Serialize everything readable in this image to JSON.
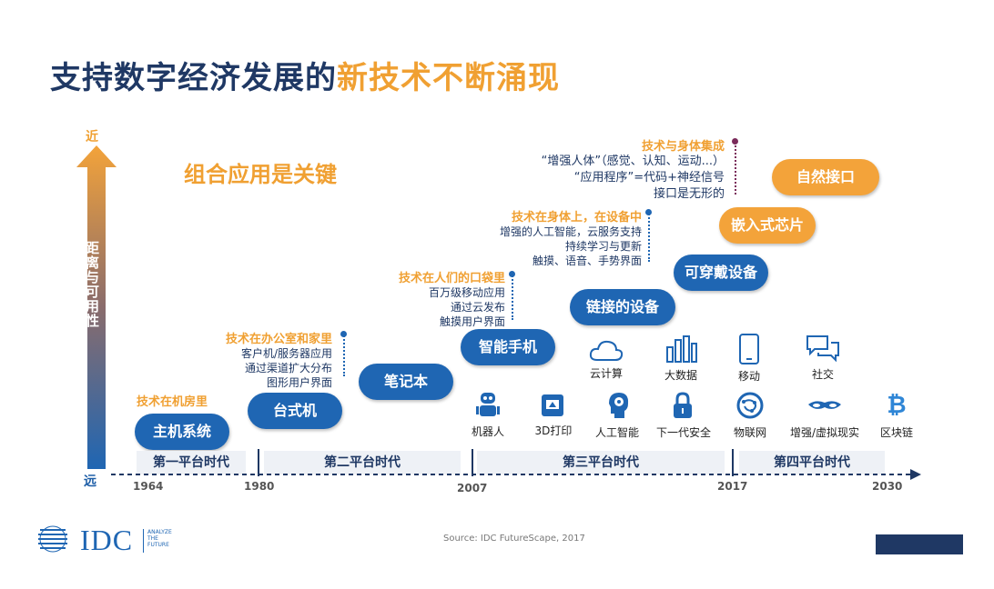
{
  "title": {
    "main": "支持数字经济发展的",
    "highlight": "新技术不断涌现"
  },
  "subtitle": "组合应用是关键",
  "axis": {
    "label": "距离与可用性",
    "near": "近",
    "far": "远"
  },
  "pills": [
    "主机系统",
    "台式机",
    "笔记本",
    "智能手机",
    "链接的设备",
    "可穿戴设备",
    "嵌入式芯片",
    "自然接口"
  ],
  "notes": {
    "n1": {
      "title": "技术在机房里"
    },
    "n2": {
      "title": "技术在办公室和家里",
      "lines": [
        "客户机/服务器应用",
        "通过渠道扩大分布",
        "图形用户界面"
      ]
    },
    "n3": {
      "title": "技术在人们的口袋里",
      "lines": [
        "百万级移动应用",
        "通过云发布",
        "触摸用户界面"
      ]
    },
    "n4": {
      "title": "技术在身体上，在设备中",
      "lines": [
        "增强的人工智能，云服务支持",
        "持续学习与更新",
        "触摸、语音、手势界面"
      ]
    },
    "n5": {
      "title": "技术与身体集成",
      "lines": [
        "“增强人体”（感觉、认知、运动...）",
        "“应用程序”=代码+神经信号",
        "接口是无形的"
      ]
    }
  },
  "icons_top": [
    {
      "name": "cloud-icon",
      "label": "云计算"
    },
    {
      "name": "bar-chart-icon",
      "label": "大数据"
    },
    {
      "name": "mobile-icon",
      "label": "移动"
    },
    {
      "name": "chat-icon",
      "label": "社交"
    }
  ],
  "icons_bottom": [
    {
      "name": "robot-icon",
      "label": "机器人"
    },
    {
      "name": "3d-printer-icon",
      "label": "3D打印"
    },
    {
      "name": "ai-head-icon",
      "label": "人工智能"
    },
    {
      "name": "lock-icon",
      "label": "下一代安全"
    },
    {
      "name": "iot-globe-icon",
      "label": "物联网"
    },
    {
      "name": "vr-glasses-icon",
      "label": "增强/虚拟现实"
    },
    {
      "name": "bitcoin-icon",
      "label": "区块链"
    }
  ],
  "eras": [
    "第一平台时代",
    "第二平台时代",
    "第三平台时代",
    "第四平台时代"
  ],
  "years": [
    "1964",
    "1980",
    "2007",
    "2017",
    "2030"
  ],
  "source": "Source: IDC FutureScape, 2017",
  "logo": {
    "text": "IDC",
    "tagline": [
      "ANALYZE",
      "THE",
      "FUTURE"
    ]
  },
  "colors": {
    "navy": "#1f3864",
    "blue": "#1f66b3",
    "orange": "#f0a032"
  }
}
